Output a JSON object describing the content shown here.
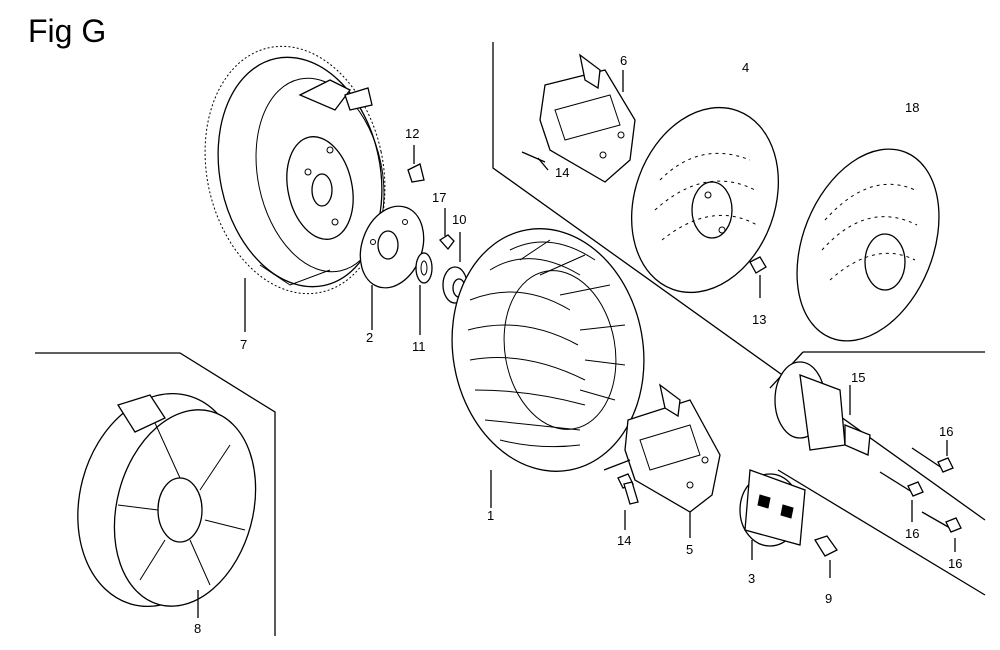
{
  "figure_title": "Fig G",
  "labels": {
    "p1": "1",
    "p2": "2",
    "p3": "3",
    "p4": "4",
    "p5": "5",
    "p6": "6",
    "p7": "7",
    "p8": "8",
    "p9": "9",
    "p10": "10",
    "p11": "11",
    "p12": "12",
    "p13": "13",
    "p14a": "14",
    "p14b": "14",
    "p15": "15",
    "p16a": "16",
    "p16b": "16",
    "p16c": "16",
    "p17": "17",
    "p18": "18"
  }
}
